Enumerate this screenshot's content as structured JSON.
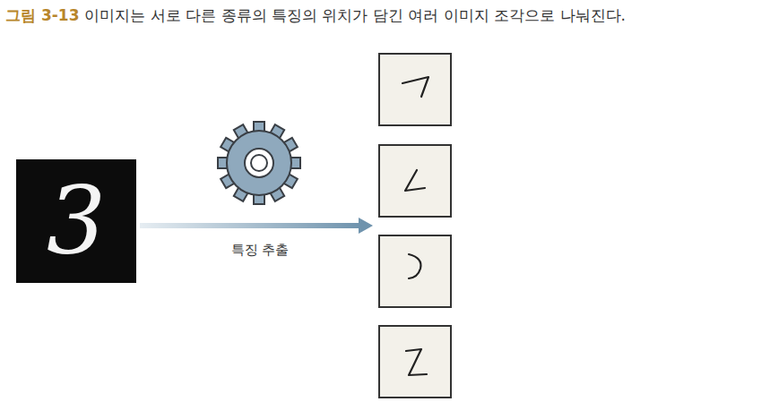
{
  "diagram": {
    "title": "그림 3-13",
    "caption": "이미지는 서로 다른 종류의 특징의 위치가 담긴 여러 이미지 조각으로 나눠진다.",
    "nodes": [
      {
        "text": [
          "3"
        ]
      }
    ],
    "labels": [
      "특징 추출"
    ]
  }
}
